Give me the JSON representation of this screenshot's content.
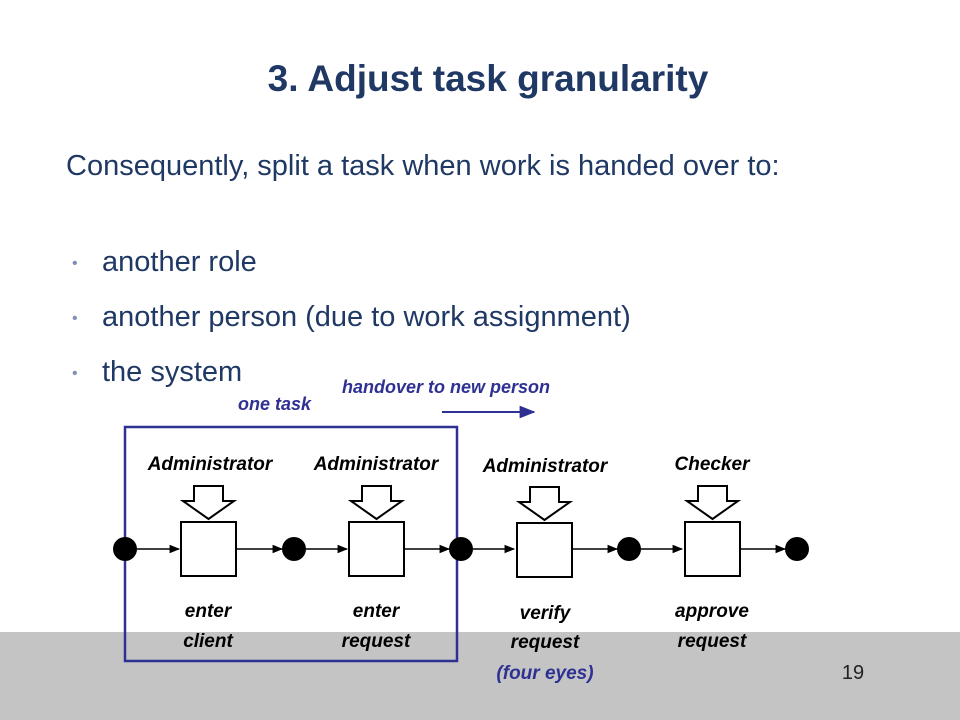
{
  "slide": {
    "title": "3. Adjust task granularity",
    "intro": "Consequently, split a task when work is handed over to:",
    "bullets": [
      "another role",
      "another person (due to work assignment)",
      "the system"
    ],
    "page_number": "19"
  },
  "diagram": {
    "one_task_label": "one task",
    "handover_label": "handover to new person",
    "tasks": [
      {
        "role": "Administrator",
        "label_line1": "enter",
        "label_line2": "client",
        "label_line3": ""
      },
      {
        "role": "Administrator",
        "label_line1": "enter",
        "label_line2": "request",
        "label_line3": ""
      },
      {
        "role": "Administrator",
        "label_line1": "verify",
        "label_line2": "request",
        "label_line3": "(four eyes)"
      },
      {
        "role": "Checker",
        "label_line1": "approve",
        "label_line2": "request",
        "label_line3": ""
      }
    ]
  },
  "colors": {
    "title": "#1f3864",
    "body": "#1f3864",
    "bullet": "#7f90b4",
    "annotation": "#2e3192",
    "footer_band": "#c4c4c4"
  }
}
